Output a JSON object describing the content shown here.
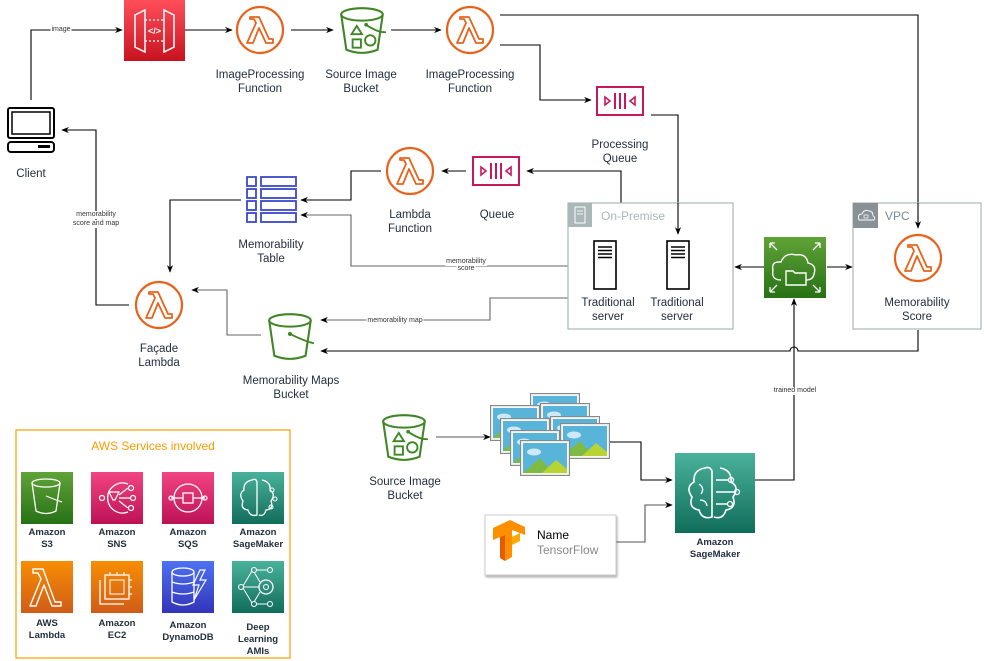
{
  "diagram": {
    "nodes": {
      "client": {
        "label": "Client",
        "icon": "desktop-computer-icon"
      },
      "api_gateway": {
        "label": "",
        "icon": "api-gateway-icon",
        "color": "#e7333f"
      },
      "image_processing_1": {
        "label_line1": "ImageProcessing",
        "label_line2": "Function",
        "icon": "lambda-icon"
      },
      "source_image_bucket_top": {
        "label_line1": "Source Image",
        "label_line2": "Bucket",
        "icon": "s3-bucket-icon"
      },
      "image_processing_2": {
        "label_line1": "ImageProcessing",
        "label_line2": "Function",
        "icon": "lambda-icon"
      },
      "processing_queue": {
        "label_line1": "Processing",
        "label_line2": "Queue",
        "icon": "sqs-queue-icon"
      },
      "queue": {
        "label": "Queue",
        "icon": "sqs-queue-icon"
      },
      "lambda_function": {
        "label_line1": "Lambda",
        "label_line2": "Function",
        "icon": "lambda-icon"
      },
      "memorability_table": {
        "label_line1": "Memorability",
        "label_line2": "Table",
        "icon": "dynamodb-table-icon"
      },
      "facade_lambda": {
        "label_line1": "Façade",
        "label_line2": "Lambda",
        "icon": "lambda-icon"
      },
      "memorability_maps_bucket": {
        "label_line1": "Memorability Maps",
        "label_line2": "Bucket",
        "icon": "s3-bucket-icon"
      },
      "on_premise": {
        "title": "On-Premise",
        "icon": "server-rack-icon"
      },
      "traditional_server_1": {
        "label_line1": "Traditional",
        "label_line2": "server",
        "icon": "server-icon"
      },
      "traditional_server_2": {
        "label_line1": "Traditional",
        "label_line2": "server",
        "icon": "server-icon"
      },
      "storage_gateway": {
        "label": "",
        "icon": "storage-gateway-icon",
        "color": "#3f8624"
      },
      "vpc": {
        "title": "VPC",
        "icon": "cloud-lock-icon"
      },
      "memorability_score": {
        "label_line1": "Memorability",
        "label_line2": "Score",
        "icon": "lambda-icon"
      },
      "source_image_bucket_bottom": {
        "label_line1": "Source Image",
        "label_line2": "Bucket",
        "icon": "s3-bucket-icon"
      },
      "images": {
        "label": "",
        "icon": "image-stack-icon"
      },
      "tensorflow": {
        "name": "Name",
        "subtitle": "TensorFlow",
        "icon": "tensorflow-icon"
      },
      "sagemaker": {
        "label_line1": "Amazon",
        "label_line2": "SageMaker",
        "icon": "sagemaker-icon"
      }
    },
    "edge_labels": {
      "image": "image",
      "score_and_map_1": "memorability",
      "score_and_map_2": "score and map",
      "score_1": "memorability",
      "score_2": "score",
      "map": "memorability map",
      "trained_model": "trained model"
    },
    "colors": {
      "lambda": "#e7631b",
      "s3": "#3f8624",
      "sqs": "#c7185f",
      "dynamodb": "#3b48cc",
      "group_border": "#aab7b8",
      "legend_border": "#ff9900"
    }
  },
  "legend": {
    "title": "AWS Services involved",
    "services": [
      {
        "line1": "Amazon",
        "line2": "S3",
        "line3": "",
        "icon": "s3-icon",
        "color_top": "#60a337",
        "color_bottom": "#277116"
      },
      {
        "line1": "Amazon",
        "line2": "SNS",
        "line3": "",
        "icon": "sns-icon",
        "color_top": "#f34482",
        "color_bottom": "#bc1356"
      },
      {
        "line1": "Amazon",
        "line2": "SQS",
        "line3": "",
        "icon": "sqs-icon",
        "color_top": "#f34482",
        "color_bottom": "#bc1356"
      },
      {
        "line1": "Amazon",
        "line2": "SageMaker",
        "line3": "",
        "icon": "sagemaker-icon",
        "color_top": "#4ab29a",
        "color_bottom": "#116d5b"
      },
      {
        "line1": "AWS",
        "line2": "Lambda",
        "line3": "",
        "icon": "lambda-icon",
        "color_top": "#f78e04",
        "color_bottom": "#d05c17"
      },
      {
        "line1": "Amazon",
        "line2": "EC2",
        "line3": "",
        "icon": "ec2-icon",
        "color_top": "#f78e04",
        "color_bottom": "#d05c17"
      },
      {
        "line1": "Amazon",
        "line2": "DynamoDB",
        "line3": "",
        "icon": "dynamodb-icon",
        "color_top": "#4d72f3",
        "color_bottom": "#3334b9"
      },
      {
        "line1": "Deep",
        "line2": "Learning",
        "line3": "AMIs",
        "icon": "deep-learning-ami-icon",
        "color_top": "#4ab29a",
        "color_bottom": "#116d5b"
      }
    ]
  }
}
